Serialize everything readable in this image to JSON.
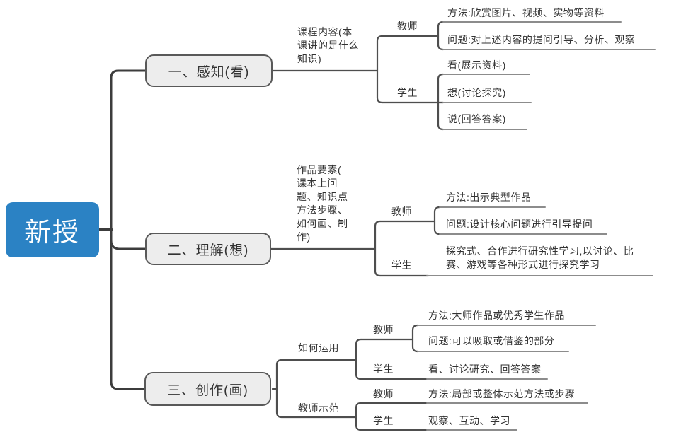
{
  "map": {
    "root": "新授",
    "b1": {
      "title": "一、感知(看)",
      "topic": "课程内容(本\n课讲的是什么\n知识)",
      "teacher": {
        "label": "教师",
        "items": [
          "方法:欣赏图片、视频、实物等资料",
          "问题:对上述内容的提问引导、分析、观察"
        ]
      },
      "student": {
        "label": "学生",
        "items": [
          "看(展示资料)",
          "想(讨论探究)",
          "说(回答答案)"
        ]
      }
    },
    "b2": {
      "title": "二、理解(想)",
      "topic": "作品要素(\n课本上问\n题、知识点\n方法步骤、\n如何画、制\n作)",
      "teacher": {
        "label": "教师",
        "items": [
          "方法:出示典型作品",
          "问题:设计核心问题进行引导提问"
        ]
      },
      "student": {
        "label": "学生",
        "items": [
          "探究式、合作进行研究性学习,以讨论、比\n赛、游戏等各种形式进行探究学习"
        ]
      }
    },
    "b3": {
      "title": "三、创作(画)",
      "groups": [
        {
          "label": "如何运用",
          "teacher": {
            "label": "教师",
            "items": [
              "方法:大师作品或优秀学生作品",
              "问题:可以吸取或借鉴的部分"
            ]
          },
          "student": {
            "label": "学生",
            "items": [
              "看、讨论研究、回答答案"
            ]
          }
        },
        {
          "label": "教师示范",
          "teacher": {
            "label": "教师",
            "items": [
              "方法:局部或整体示范方法或步骤"
            ]
          },
          "student": {
            "label": "学生",
            "items": [
              "观察、互动、学习"
            ]
          }
        }
      ]
    }
  },
  "colors": {
    "root_fill": "#2B82C4",
    "root_text": "#FFFFFF",
    "branch_fill": "#EDEDED",
    "branch_border": "#595959",
    "trunk_line": "#3C3C3C",
    "connector_line": "#4E4E4E",
    "leaf_line": "#8C8C8C",
    "text": "#333333"
  }
}
